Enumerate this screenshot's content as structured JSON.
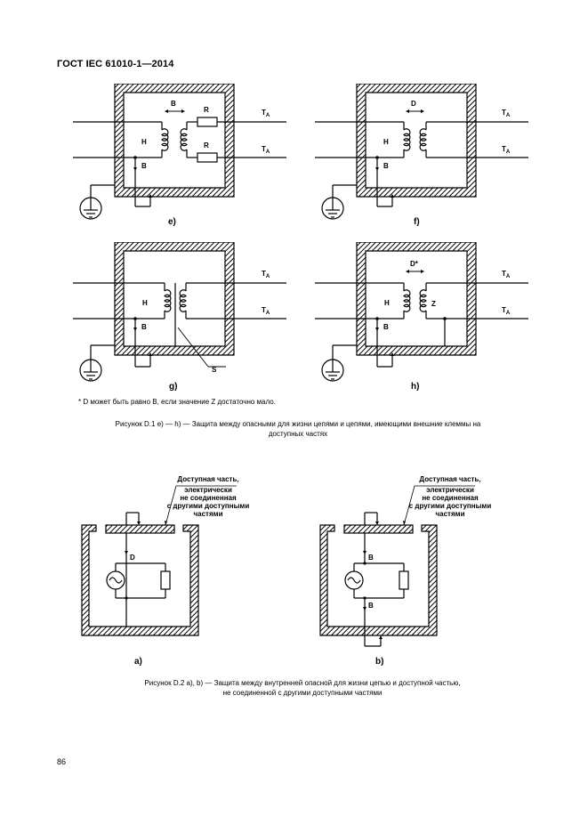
{
  "header": "ГОСТ IEC 61010-1—2014",
  "fig_e": {
    "letter": "e)",
    "b": "B",
    "r1": "R",
    "r2": "R",
    "h": "H",
    "b2": "B",
    "ta": "T",
    "sub": "A"
  },
  "fig_f": {
    "letter": "f)",
    "d": "D",
    "h": "H",
    "b": "B",
    "ta": "T",
    "sub": "A"
  },
  "fig_g": {
    "letter": "g)",
    "h": "H",
    "b": "B",
    "s": "S",
    "ta": "T",
    "sub": "A"
  },
  "fig_h": {
    "letter": "h)",
    "d": "D*",
    "h": "H",
    "z": "Z",
    "b": "B",
    "ta": "T",
    "sub": "A"
  },
  "footnote": "* D может быть равно B, если значение Z достаточно мало.",
  "caption1": {
    "line1": "Рисунок D.1 e) — h) — Защита между опасными для жизни цепями и цепями, имеющими внешние клеммы на",
    "line2": "доступных частях"
  },
  "fig_a": {
    "letter": "a)",
    "d": "D",
    "callout": [
      "Доступная часть,",
      "электрически",
      "не соединенная",
      "с другими доступными",
      "частями"
    ]
  },
  "fig_b": {
    "letter": "b)",
    "b1": "B",
    "b2": "B",
    "callout": [
      "Доступная часть,",
      "электрически",
      "не соединенная",
      "с другими доступными",
      "частями"
    ]
  },
  "caption2": {
    "line1": "Рисунок D.2 a), b) — Защита между внутренней опасной для жизни цепью и доступной частью,",
    "line2": "не соединенной с другими доступными частями"
  },
  "page_number": "86"
}
